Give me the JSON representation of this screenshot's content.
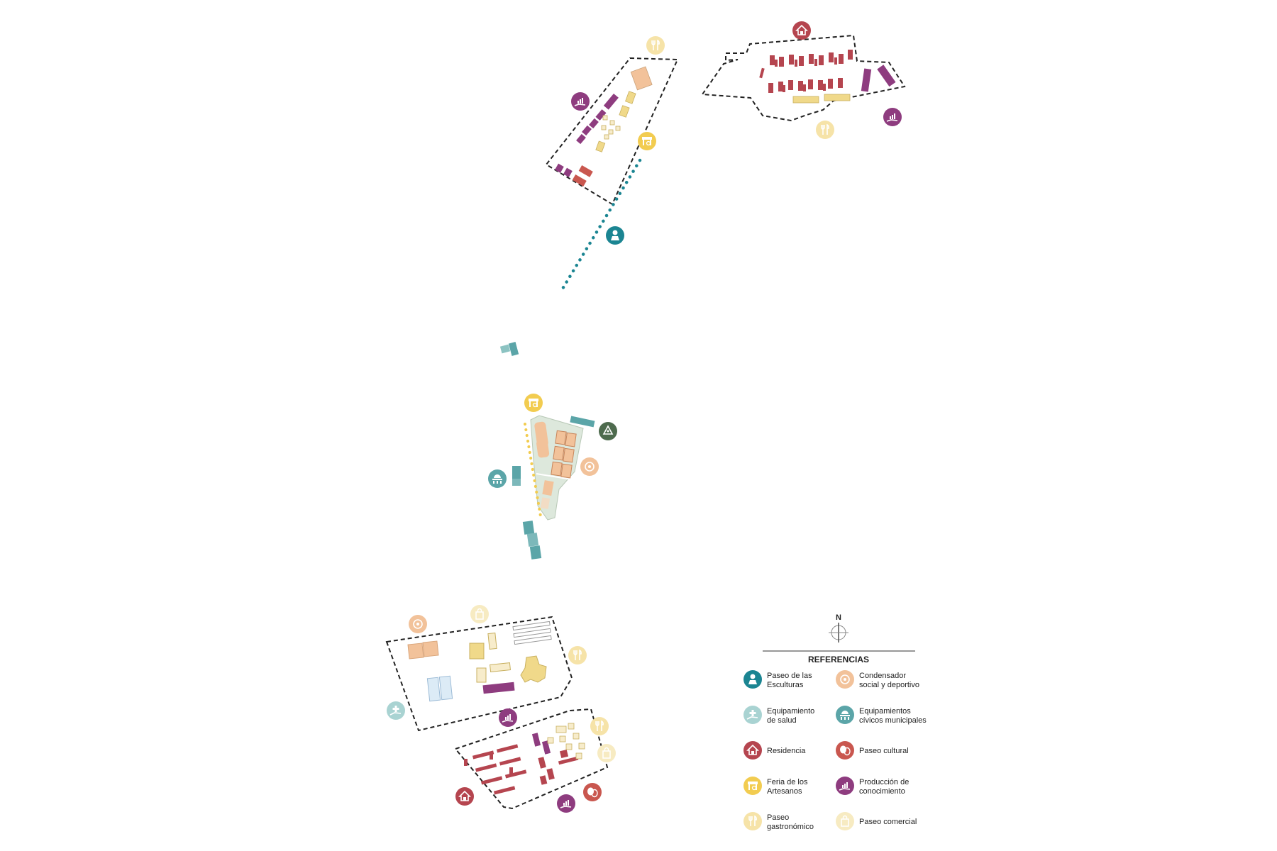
{
  "legend": {
    "title": "REFERENCIAS",
    "north": "N",
    "items": [
      {
        "key": "esculturas",
        "icon": "bust-icon",
        "color": "#1b8592",
        "lines": [
          "Paseo de las",
          "Esculturas"
        ]
      },
      {
        "key": "condensador",
        "icon": "sport-icon",
        "color": "#f2c29a",
        "lines": [
          "Condensador",
          "social y deportivo"
        ]
      },
      {
        "key": "salud",
        "icon": "health-hand-icon",
        "color": "#a9d3d2",
        "lines": [
          "Equipamiento",
          "de salud"
        ]
      },
      {
        "key": "civicos",
        "icon": "capitol-icon",
        "color": "#5ba5a8",
        "lines": [
          "Equipamientos",
          "cívicos municipales"
        ]
      },
      {
        "key": "residencia",
        "icon": "house-icon",
        "color": "#b5454f",
        "lines": [
          "Residencia"
        ]
      },
      {
        "key": "cultural",
        "icon": "theater-masks-icon",
        "color": "#c9574f",
        "lines": [
          "Paseo cultural"
        ]
      },
      {
        "key": "artesanos",
        "icon": "market-stall-icon",
        "color": "#f2cc50",
        "lines": [
          "Feria de los",
          "Artesanos"
        ]
      },
      {
        "key": "produccion",
        "icon": "growth-hand-icon",
        "color": "#8e3c7f",
        "lines": [
          "Producción de",
          "conocimiento"
        ]
      },
      {
        "key": "gastronomico",
        "icon": "fork-knife-icon",
        "color": "#f6e3a8",
        "lines": [
          "Paseo",
          "gastronómico"
        ]
      },
      {
        "key": "comercial",
        "icon": "shopping-bag-icon",
        "color": "#f7ebc2",
        "lines": [
          "Paseo comercial"
        ]
      }
    ]
  },
  "colors": {
    "residence": "#b5454f",
    "production": "#8e3c7f",
    "civic": "#5ba5a8",
    "orange": "#f2c29a",
    "yellow": "#f0d98a",
    "teal_path": "#1b8592",
    "park": "#dde8dc",
    "recycle": "#4e6b4e"
  }
}
